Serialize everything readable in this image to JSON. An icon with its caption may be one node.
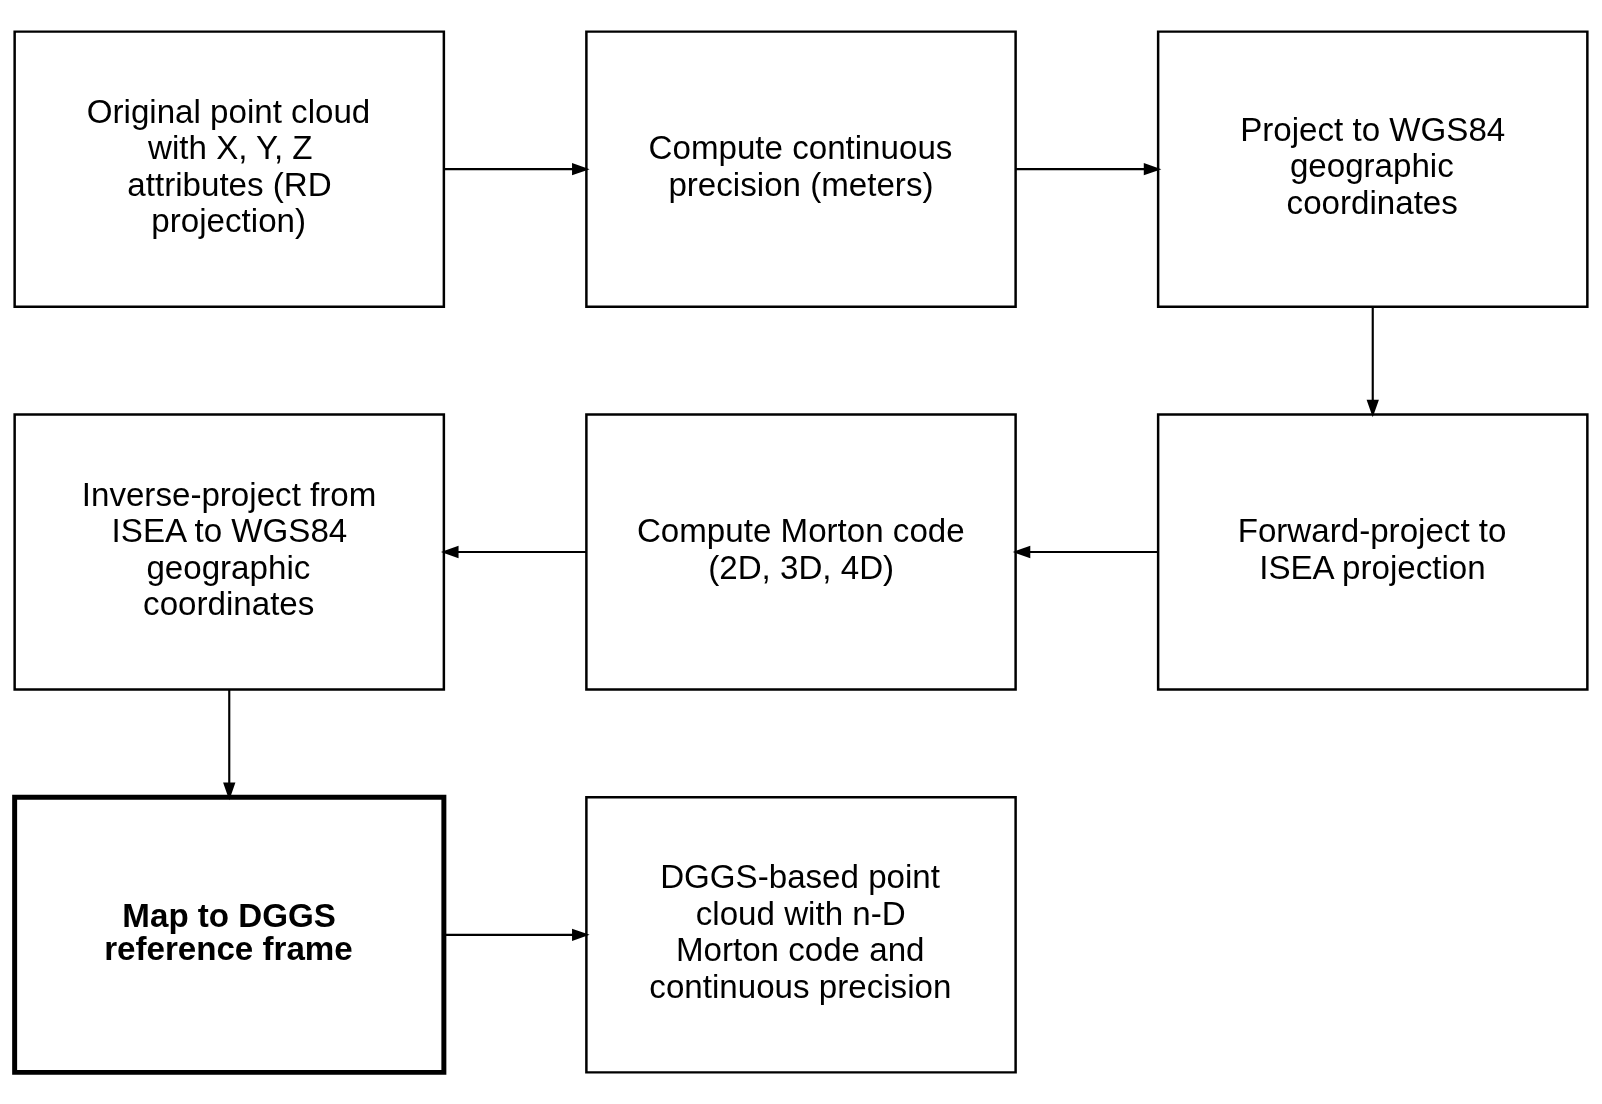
{
  "diagram": {
    "nodes": [
      {
        "text": [
          "Original point cloud with X, Y, Z attributes (RD projection)"
        ]
      },
      {
        "text": [
          "Compute continuous precision (meters)"
        ]
      },
      {
        "text": [
          "Project to WGS84 geographic coordinates"
        ]
      },
      {
        "text": [
          "Forward-project to ISEA projection"
        ]
      },
      {
        "text": [
          "Compute Morton code (2D, 3D, 4D)"
        ]
      },
      {
        "text": [
          "Inverse-project from ISEA to WGS84 geographic coordinates"
        ]
      },
      {
        "text": [
          "Map to DGGS reference frame"
        ]
      },
      {
        "text": [
          "DGGS-based point cloud with n-D Morton code and continuous precision"
        ]
      }
    ],
    "edges": [
      {
        "from": 0,
        "to": 1,
        "arrow": "to"
      },
      {
        "from": 1,
        "to": 2,
        "arrow": "to"
      },
      {
        "from": 2,
        "to": 3,
        "arrow": "to"
      },
      {
        "from": 3,
        "to": 4,
        "arrow": "to"
      },
      {
        "from": 4,
        "to": 5,
        "arrow": "to"
      },
      {
        "from": 5,
        "to": 6,
        "arrow": "to"
      },
      {
        "from": 6,
        "to": 7,
        "arrow": "to"
      }
    ]
  }
}
